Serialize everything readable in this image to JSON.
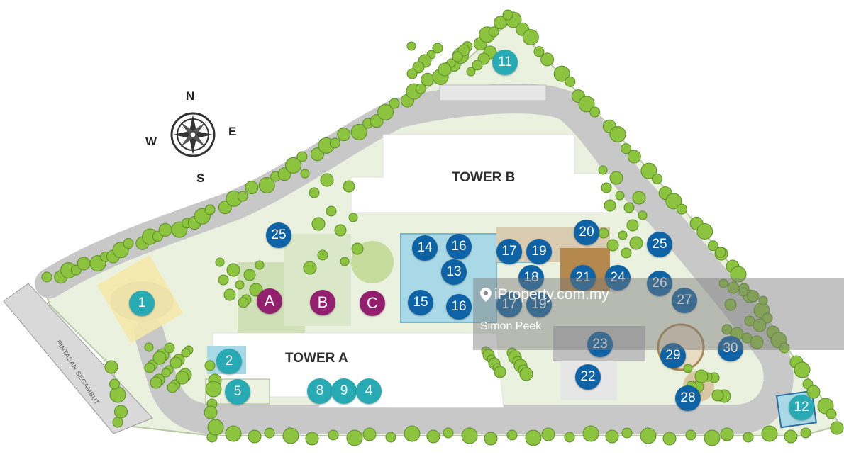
{
  "map": {
    "compass": {
      "north": "N",
      "east": "E",
      "south": "S",
      "west": "W"
    },
    "buildings": {
      "tower_a": "TOWER A",
      "tower_b": "TOWER B"
    },
    "road_label": "PINTASAN SEGAMBUT",
    "markers": [
      {
        "label": "1",
        "color": "teal"
      },
      {
        "label": "2",
        "color": "teal"
      },
      {
        "label": "5",
        "color": "teal"
      },
      {
        "label": "8",
        "color": "teal"
      },
      {
        "label": "9",
        "color": "teal"
      },
      {
        "label": "4",
        "color": "teal"
      },
      {
        "label": "11",
        "color": "teal"
      },
      {
        "label": "12",
        "color": "teal"
      },
      {
        "label": "A",
        "color": "purple"
      },
      {
        "label": "B",
        "color": "purple"
      },
      {
        "label": "C",
        "color": "purple"
      },
      {
        "label": "25",
        "color": "blue"
      },
      {
        "label": "14",
        "color": "blue"
      },
      {
        "label": "16",
        "color": "blue"
      },
      {
        "label": "17",
        "color": "blue"
      },
      {
        "label": "19",
        "color": "blue"
      },
      {
        "label": "20",
        "color": "blue"
      },
      {
        "label": "25",
        "color": "blue"
      },
      {
        "label": "13",
        "color": "blue"
      },
      {
        "label": "18",
        "color": "blue"
      },
      {
        "label": "21",
        "color": "blue"
      },
      {
        "label": "24",
        "color": "blue"
      },
      {
        "label": "26",
        "color": "blue"
      },
      {
        "label": "15",
        "color": "blue"
      },
      {
        "label": "16",
        "color": "blue"
      },
      {
        "label": "17",
        "color": "blue"
      },
      {
        "label": "19",
        "color": "blue"
      },
      {
        "label": "27",
        "color": "blue"
      },
      {
        "label": "23",
        "color": "blue"
      },
      {
        "label": "29",
        "color": "blue"
      },
      {
        "label": "30",
        "color": "blue"
      },
      {
        "label": "22",
        "color": "blue"
      },
      {
        "label": "28",
        "color": "blue"
      }
    ]
  },
  "watermark": {
    "brand": "iProperty.com.my",
    "agent": "Simon Peek"
  },
  "colors": {
    "blue": "#0d63a6",
    "teal": "#27aab3",
    "purple": "#93206f",
    "tree": "#8cc43f",
    "road": "#c8c8c8",
    "pool": "#a9d9e6"
  },
  "icons": {
    "watermark_pin": "location-pin-icon",
    "compass": "compass-rose-icon"
  }
}
